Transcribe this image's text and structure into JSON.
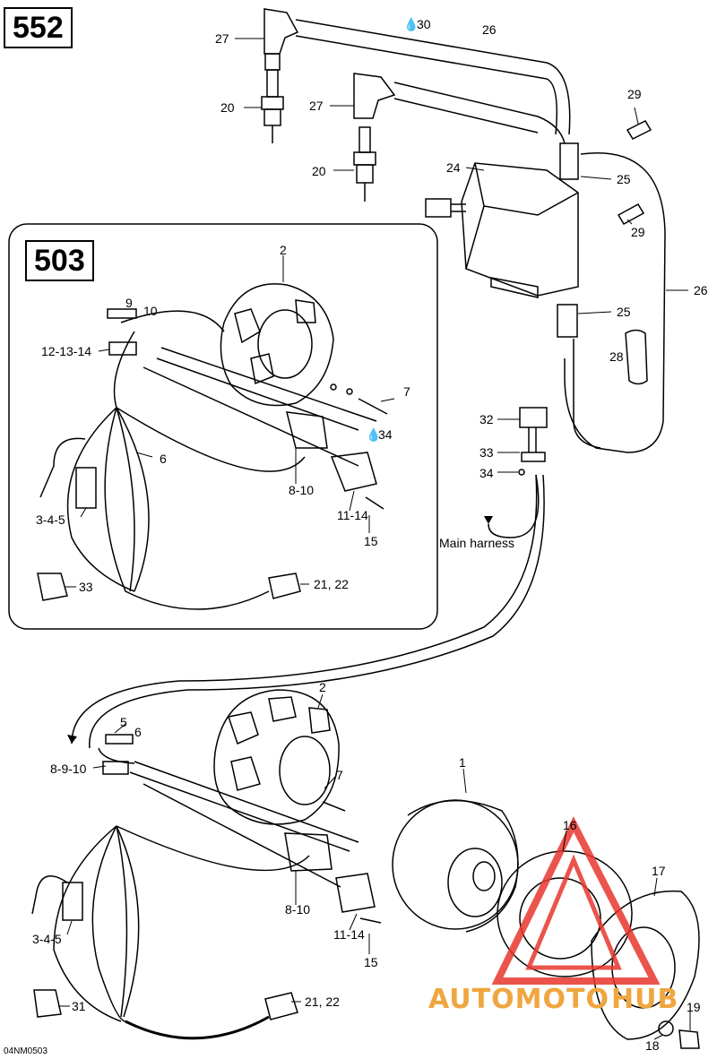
{
  "page_labels": {
    "main_code": "552",
    "inset_code": "503"
  },
  "figure_code": "04NM0503",
  "harness_note": "Main harness",
  "watermark": {
    "part1": "AUTOMOTO",
    "part2": "HUB",
    "accent": "#e8372e",
    "text_color": "#f0a640"
  },
  "callouts": {
    "c27a": "27",
    "c30": "30",
    "c26a": "26",
    "c20a": "20",
    "c27b": "27",
    "c29a": "29",
    "c24": "24",
    "c25a": "25",
    "c20b": "20",
    "c29b": "29",
    "c26b": "26",
    "c25b": "25",
    "c28": "28",
    "c2a": "2",
    "c9": "9",
    "c10": "10",
    "c12": "12-13-14",
    "c7a": "7",
    "c34a": "34",
    "c6a": "6",
    "c810a": "8-10",
    "c345a": "3-4-5",
    "c1114a": "11-14",
    "c15a": "15",
    "c33a": "33",
    "c2122a": "21, 22",
    "c32": "32",
    "c33b": "33",
    "c34b": "34",
    "c2b": "2",
    "c5": "5",
    "c6b": "6",
    "c8910": "8-9-10",
    "c7b": "7",
    "c1": "1",
    "c16": "16",
    "c17": "17",
    "c810b": "8-10",
    "c345b": "3-4-5",
    "c1114b": "11-14",
    "c15b": "15",
    "c31": "31",
    "c2122b": "21, 22",
    "c19": "19",
    "c18": "18"
  }
}
